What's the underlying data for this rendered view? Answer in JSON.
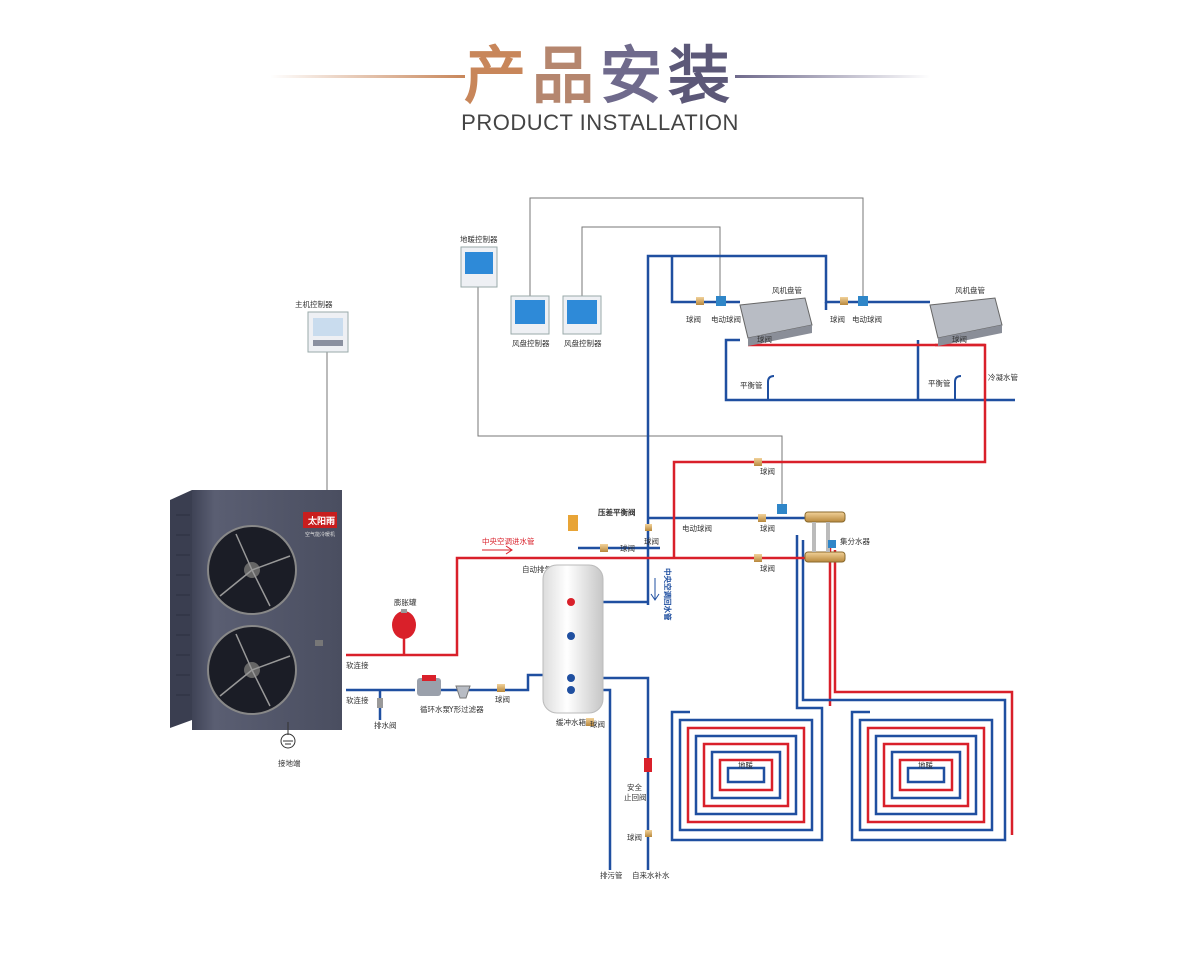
{
  "header": {
    "title_zh": [
      "产",
      "品",
      "安",
      "装"
    ],
    "title_colors": [
      "#c8865a",
      "#b5866e",
      "#6f6a8c",
      "#5c5878"
    ],
    "title_en": "PRODUCT INSTALLATION"
  },
  "colors": {
    "hot_pipe": "#d9202a",
    "cold_pipe": "#1f4fa0",
    "signal_wire": "#777777",
    "unit_body": "#55596b"
  },
  "unit": {
    "brand": "太阳雨",
    "sub": "空气能冷暖机"
  },
  "labels": {
    "main_controller": "主机控制器",
    "floor_controller": "地暖控制器",
    "fan_controller_1": "风盘控制器",
    "fan_controller_2": "风盘控制器",
    "fan_coil_1": "风机盘管",
    "fan_coil_2": "风机盘管",
    "ball_valve_fc1": "球阀",
    "motor_valve_fc1": "电动球阀",
    "ball_valve_fc2": "球阀",
    "motor_valve_fc2": "电动球阀",
    "ball_valve_fc1_ret": "球阀",
    "ball_valve_fc2_ret": "球阀",
    "balance_1": "平衡管",
    "balance_2": "平衡管",
    "condensate": "冷凝水管",
    "ball_valve_mid": "球阀",
    "pressure_valve": "压差平衡阀",
    "ball_valve_press": "球阀",
    "ball_valve_bypass": "球阀",
    "motor_valve_mid": "电动球阀",
    "ball_valve_mf1": "球阀",
    "ball_valve_mf2": "球阀",
    "manifold": "集分水器",
    "supply_pipe": "中央空调进水管",
    "return_pipe": "中央空调回水管",
    "air_vent": "自动排气阀",
    "expansion_tank": "膨胀罐",
    "soft_joint_1": "软连接",
    "soft_joint_2": "软连接",
    "drain_valve": "排水阀",
    "pump": "循环水泵",
    "filter": "Y形过滤器",
    "ball_valve_pump": "球阀",
    "buffer_tank": "缓冲水箱",
    "ball_valve_tank": "球阀",
    "safety_check_1": "安全",
    "safety_check_2": "止回阀",
    "ball_valve_makeup": "球阀",
    "sewage": "排污管",
    "makeup_water": "自来水补水",
    "ground": "接地端",
    "floor_heat_1": "地暖",
    "floor_heat_2": "地暖"
  }
}
